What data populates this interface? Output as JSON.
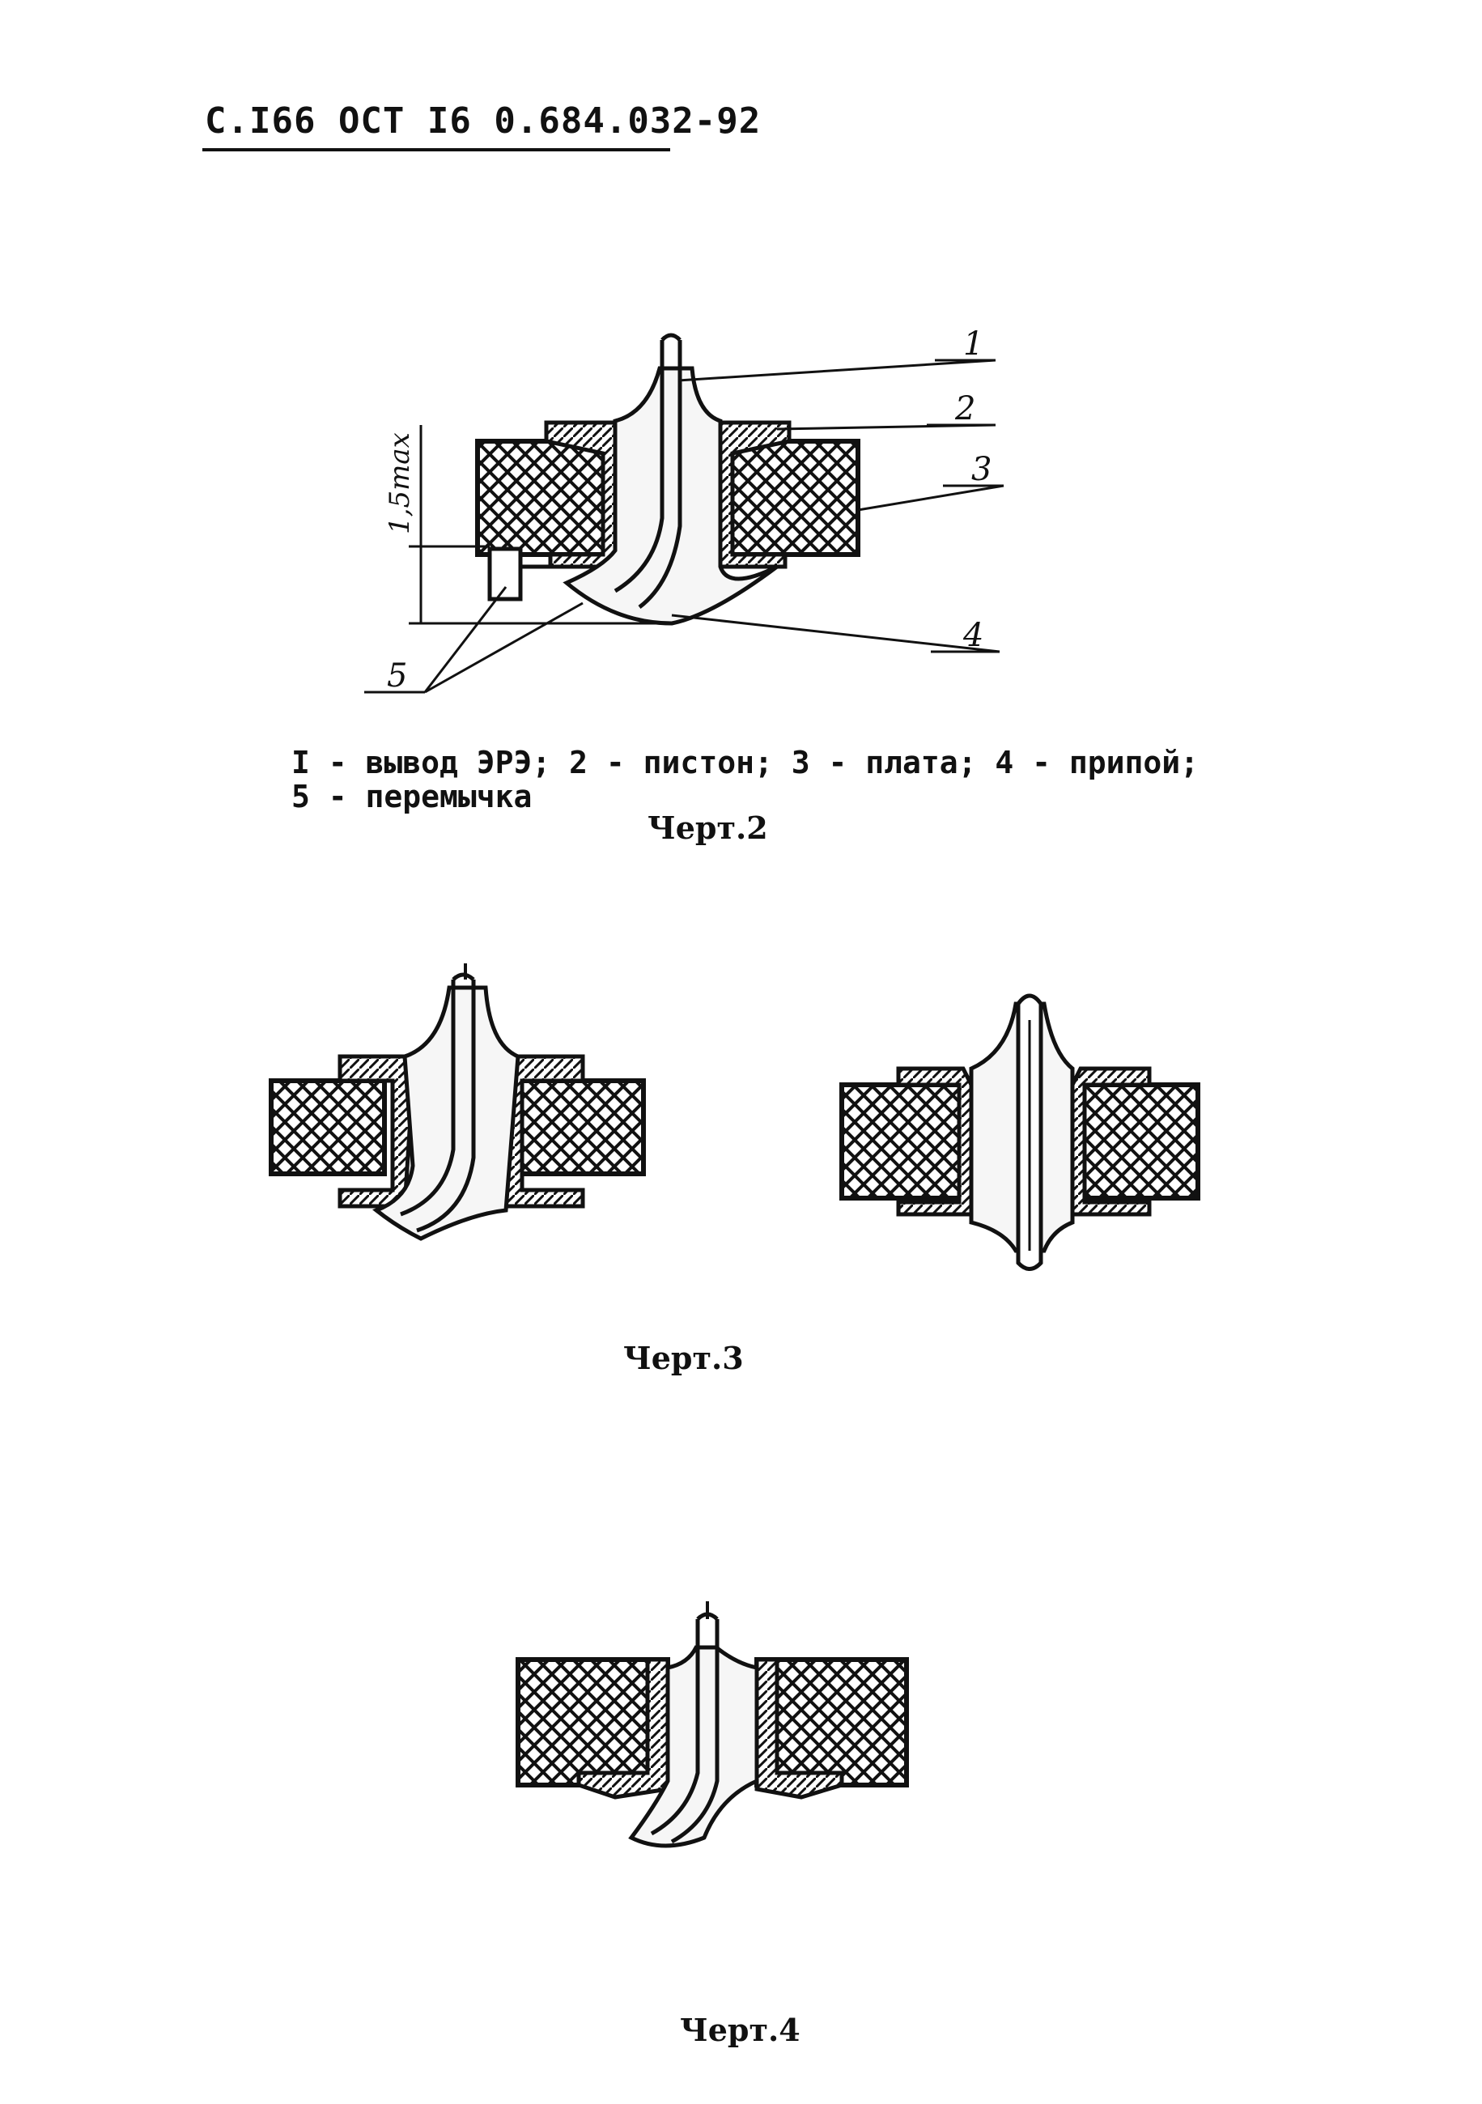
{
  "header": {
    "text": "С.I66 ОСТ I6 0.684.032-92"
  },
  "figure2": {
    "callouts": [
      "1",
      "2",
      "3",
      "4",
      "5"
    ],
    "dimension": "1,5max",
    "legend_line1": "I - вывод ЭРЭ; 2 - пистон; 3 - плата; 4 - припой;",
    "legend_line2": "5 - перемычка",
    "caption": "Черт.2"
  },
  "figure3": {
    "caption": "Черт.3"
  },
  "figure4": {
    "caption": "Черт.4"
  }
}
